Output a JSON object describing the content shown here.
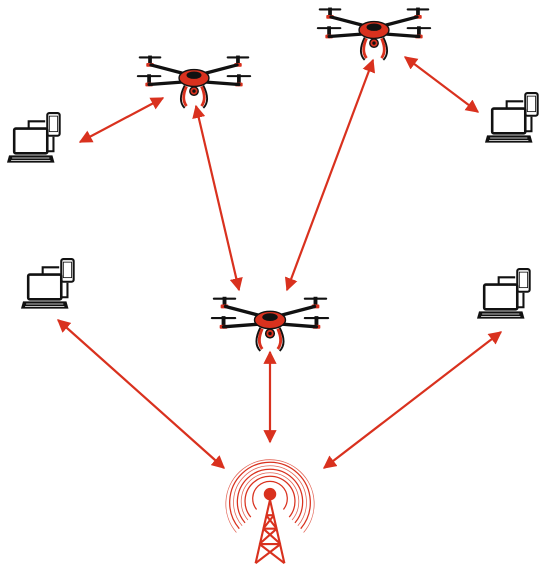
{
  "colors": {
    "accent": "#d9311e",
    "ink": "#111111",
    "screen": "#ffffff"
  },
  "icons": {
    "drone": "quadcopter-drone-icon",
    "device": "laptop-and-phone-icon",
    "tower": "radio-tower-icon"
  },
  "nodes": [
    {
      "id": "drone-top-left",
      "kind": "drone"
    },
    {
      "id": "drone-top-right",
      "kind": "drone"
    },
    {
      "id": "drone-center",
      "kind": "drone"
    },
    {
      "id": "device-top-left",
      "kind": "device"
    },
    {
      "id": "device-top-right",
      "kind": "device"
    },
    {
      "id": "device-mid-left",
      "kind": "device"
    },
    {
      "id": "device-mid-right",
      "kind": "device"
    },
    {
      "id": "tower-base",
      "kind": "tower"
    }
  ],
  "links": [
    {
      "from": "device-top-left",
      "to": "drone-top-left",
      "bidirectional": true
    },
    {
      "from": "drone-top-left",
      "to": "drone-center",
      "bidirectional": true
    },
    {
      "from": "drone-top-right",
      "to": "drone-center",
      "bidirectional": true
    },
    {
      "from": "drone-top-right",
      "to": "device-top-right",
      "bidirectional": true
    },
    {
      "from": "drone-center",
      "to": "tower-base",
      "bidirectional": true
    },
    {
      "from": "device-mid-left",
      "to": "tower-base",
      "bidirectional": true
    },
    {
      "from": "device-mid-right",
      "to": "tower-base",
      "bidirectional": true
    }
  ]
}
